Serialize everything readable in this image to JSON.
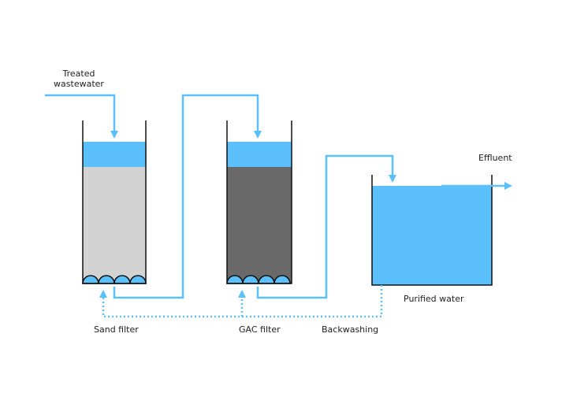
{
  "labels": {
    "treated_line1": "Treated",
    "treated_line2": "wastewater",
    "effluent": "Effluent",
    "purified_water": "Purified water",
    "sand_filter": "Sand filter",
    "gac_filter": "GAC filter",
    "backwashing": "Backwashing"
  },
  "colors": {
    "water": "#5bc0fb",
    "sand": "#d3d3d3",
    "gac": "#6a6a6a",
    "outline": "#111111",
    "flow_line": "#5bc0fb"
  },
  "icons": {
    "flow_arrow": "arrow-down-icon",
    "effluent_arrow": "arrow-right-icon",
    "underdrain": "semicircle-nozzle-icon"
  }
}
